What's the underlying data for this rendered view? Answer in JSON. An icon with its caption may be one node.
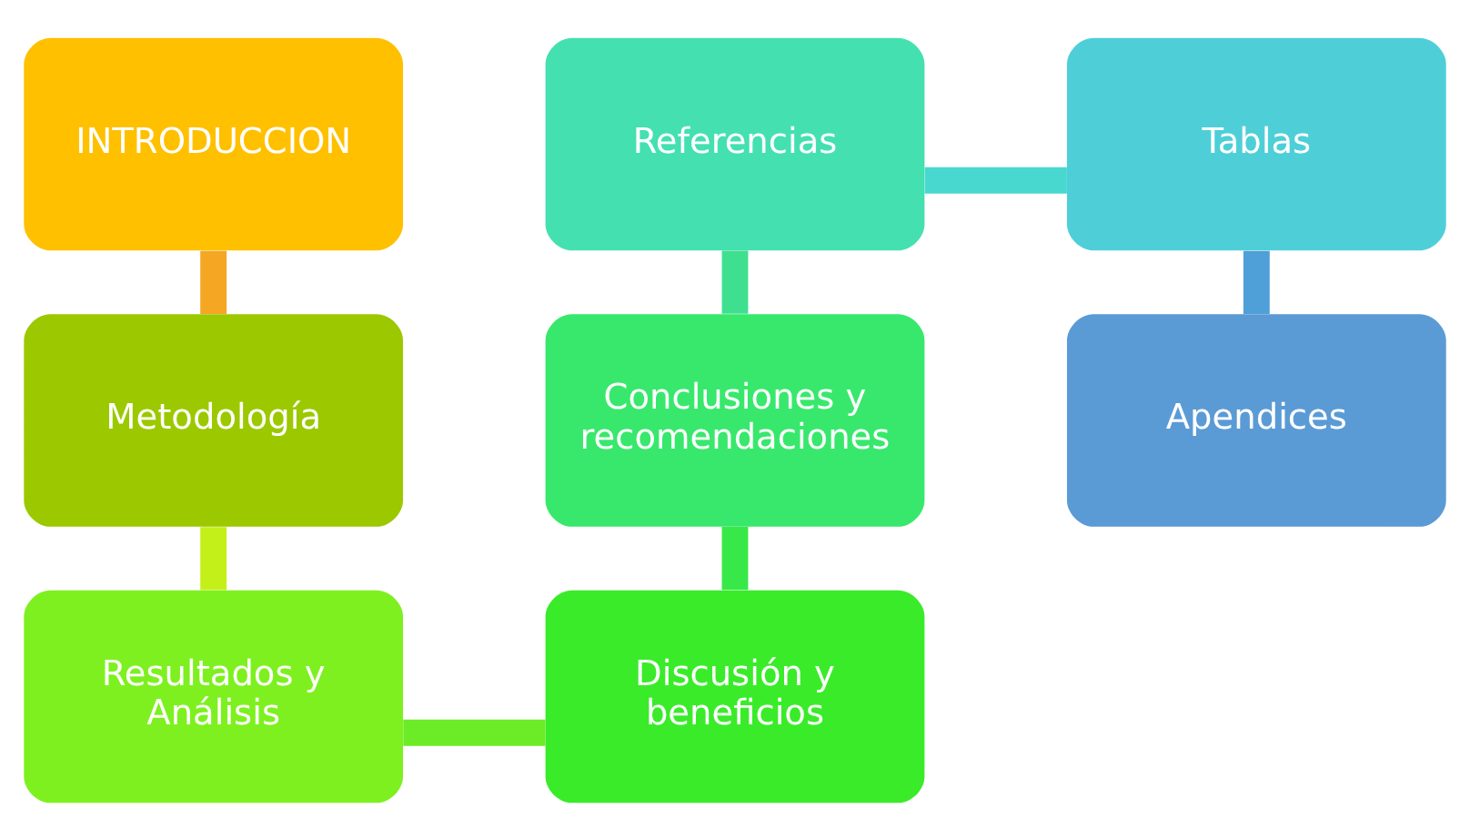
{
  "diagram": {
    "nodes": [
      {
        "text": [
          "INTRODUCCION"
        ]
      },
      {
        "text": [
          "Metodología"
        ]
      },
      {
        "text": [
          "Resultados y Análisis"
        ]
      },
      {
        "text": [
          "Discusión y beneficios"
        ]
      },
      {
        "text": [
          "Conclusiones y recomendaciones"
        ]
      },
      {
        "text": [
          "Referencias"
        ]
      },
      {
        "text": [
          "Tablas"
        ]
      },
      {
        "text": [
          "Apendices"
        ]
      }
    ],
    "edges": [
      {
        "from": 0,
        "to": 1,
        "arrow": "none",
        "color": "#f5a623"
      },
      {
        "from": 1,
        "to": 2,
        "arrow": "none",
        "color": "#c4f01a"
      },
      {
        "from": 2,
        "to": 3,
        "arrow": "none",
        "color": "#6cec26"
      },
      {
        "from": 3,
        "to": 4,
        "arrow": "none",
        "color": "#38e848"
      },
      {
        "from": 4,
        "to": 5,
        "arrow": "none",
        "color": "#3ee090"
      },
      {
        "from": 5,
        "to": 6,
        "arrow": "none",
        "color": "#48d8d0"
      },
      {
        "from": 6,
        "to": 7,
        "arrow": "none",
        "color": "#4fa0d8"
      }
    ]
  }
}
